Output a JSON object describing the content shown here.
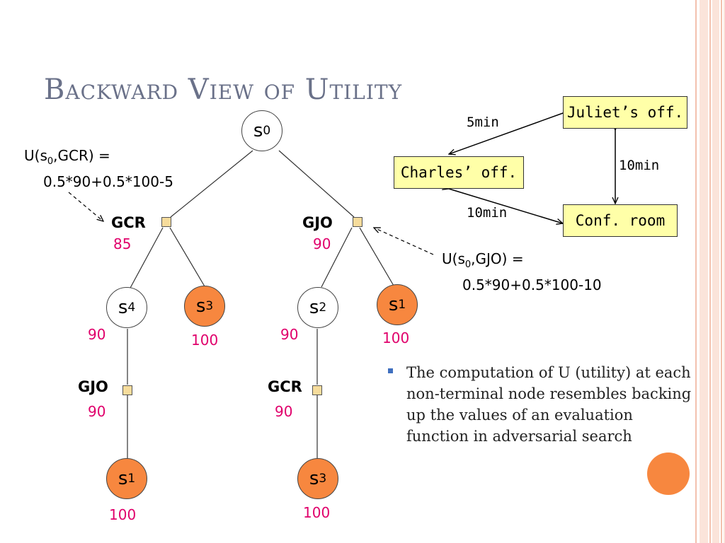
{
  "slide": {
    "title": "Backward View of Utility",
    "bullet": "The computation of U (utility) at each non-terminal node resembles backing up the values of an evaluation function in adversarial search",
    "colors": {
      "accent": "#f7873f",
      "title": "#6a7189",
      "value": "#e0006b",
      "box": "#ffffa8"
    }
  },
  "tree": {
    "root": {
      "name": "s",
      "sub": "0"
    },
    "left_action": {
      "label": "GCR",
      "value": "85"
    },
    "right_action": {
      "label": "GJO",
      "value": "90"
    },
    "left_formula": {
      "line1_pre": "U(s",
      "line1_sub": "0",
      "line1_post": ",GCR) =",
      "line2": "0.5*90+0.5*100-5"
    },
    "right_formula": {
      "line1_pre": "U(s",
      "line1_sub": "0",
      "line1_post": ",GJO) =",
      "line2": "0.5*90+0.5*100-10"
    },
    "s4": {
      "name": "s",
      "sub": "4",
      "value": "90"
    },
    "s3a": {
      "name": "s",
      "sub": "3",
      "value": "100"
    },
    "s2": {
      "name": "s",
      "sub": "2",
      "value": "90"
    },
    "s1a": {
      "name": "s",
      "sub": "1",
      "value": "100"
    },
    "gjo_low": {
      "label": "GJO",
      "value": "90"
    },
    "gcr_low": {
      "label": "GCR",
      "value": "90"
    },
    "s1b": {
      "name": "s",
      "sub": "1",
      "value": "100"
    },
    "s3b": {
      "name": "s",
      "sub": "3",
      "value": "100"
    }
  },
  "map": {
    "juliet": "Juliet’s off.",
    "charles": "Charles’ off.",
    "conf": "Conf. room",
    "d_charles_juliet": "5min",
    "d_juliet_conf": "10min",
    "d_charles_conf": "10min"
  }
}
